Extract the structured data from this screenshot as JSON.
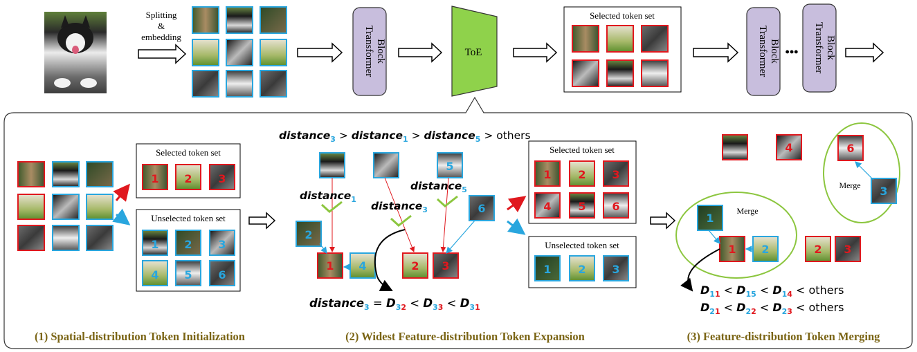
{
  "top_row": {
    "splitting_label": [
      "Splitting",
      "&",
      "embedding"
    ],
    "transformer_block_label": [
      "Transformer",
      "Block"
    ],
    "toe_label": "ToE",
    "selected_set_title": "Selected token set",
    "ellipsis": "•••"
  },
  "colors": {
    "selected_border": "#e0181e",
    "unselected_border": "#29a6de",
    "transformer_fill": "#c8bedd",
    "toe_fill": "#8fd24b",
    "merge_ellipse": "#8cc63f",
    "check": "#8cc63f",
    "caption": "#7a6414"
  },
  "panel1": {
    "selected_title": "Selected token set",
    "unselected_title": "Unselected token set",
    "selected_numbers": [
      "1",
      "2",
      "3"
    ],
    "unselected_numbers": [
      "1",
      "2",
      "3",
      "4",
      "5",
      "6"
    ],
    "caption": "(1) Spatial-distribution Token Initialization"
  },
  "panel2": {
    "ordering": {
      "d3": "distance",
      "sub3": "3",
      "gt": " > ",
      "d1": "distance",
      "sub1": "1",
      "d5": "distance",
      "sub5": "5",
      "others": "others"
    },
    "labels": [
      {
        "word": "distance",
        "sub": "1"
      },
      {
        "word": "distance",
        "sub": "3"
      },
      {
        "word": "distance",
        "sub": "5"
      }
    ],
    "token_numbers": {
      "blue_a": "2",
      "blue_b": "5",
      "blue_c": "6",
      "blue_d": "4",
      "red_1": "1",
      "red_2": "2",
      "red_3": "3"
    },
    "equation": {
      "lhs": "distance",
      "lhs_sub": "3",
      "eq": " = ",
      "d": "D",
      "s1a": "3",
      "s1b": "2",
      "s2a": "3",
      "s2b": "3",
      "s3a": "3",
      "s3b": "1",
      "lt": " < "
    },
    "selected_title": "Selected token set",
    "unselected_title": "Unselected token set",
    "selected_numbers": [
      "1",
      "2",
      "3",
      "4",
      "5",
      "6"
    ],
    "unselected_numbers": [
      "1",
      "2",
      "3"
    ],
    "caption": "(2) Widest Feature-distribution Token Expansion"
  },
  "panel3": {
    "merge_label": "Merge",
    "numbers": {
      "top_red": "4",
      "tr_red": "6",
      "tr_blue": "3",
      "l_blue": "1",
      "l_red": "1",
      "l_blue2": "2",
      "r_red2": "2",
      "r_red3": "3"
    },
    "eq1": {
      "d": "D",
      "a1": "1",
      "b1": "1",
      "a2": "1",
      "b2": "5",
      "a3": "1",
      "b3": "4",
      "lt": " < ",
      "others": "others"
    },
    "eq2": {
      "d": "D",
      "a1": "2",
      "b1": "1",
      "a2": "2",
      "b2": "2",
      "a3": "2",
      "b3": "3",
      "lt": " < ",
      "others": "others"
    },
    "caption": "(3) Feature-distribution Token Merging"
  }
}
